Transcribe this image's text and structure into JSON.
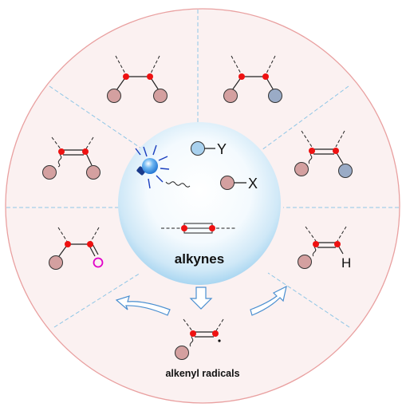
{
  "center": {
    "title": "alkynes",
    "reagent_y": "Y",
    "reagent_x": "X"
  },
  "bottom": {
    "caption": "alkenyl radicals"
  },
  "sectors": {
    "hydro_label": "H"
  },
  "colors": {
    "outer_ring": "#e9a0a0",
    "sector_fill": "#fbf1f1",
    "divider": "#8fc6e6",
    "sphere_center": "#ffffff",
    "sphere_edge": "#a9d6f1",
    "red_atom": "#ee1111",
    "pink_group": "#d4a0a0",
    "blue_group": "#9aabc6",
    "light_blue_group": "#a9d1ee",
    "oxygen": "#e000c8",
    "arrow_outline": "#4a8fd0"
  },
  "icons": [
    "light-bulb-icon",
    "curved-arrow-icon",
    "down-arrow-icon"
  ]
}
